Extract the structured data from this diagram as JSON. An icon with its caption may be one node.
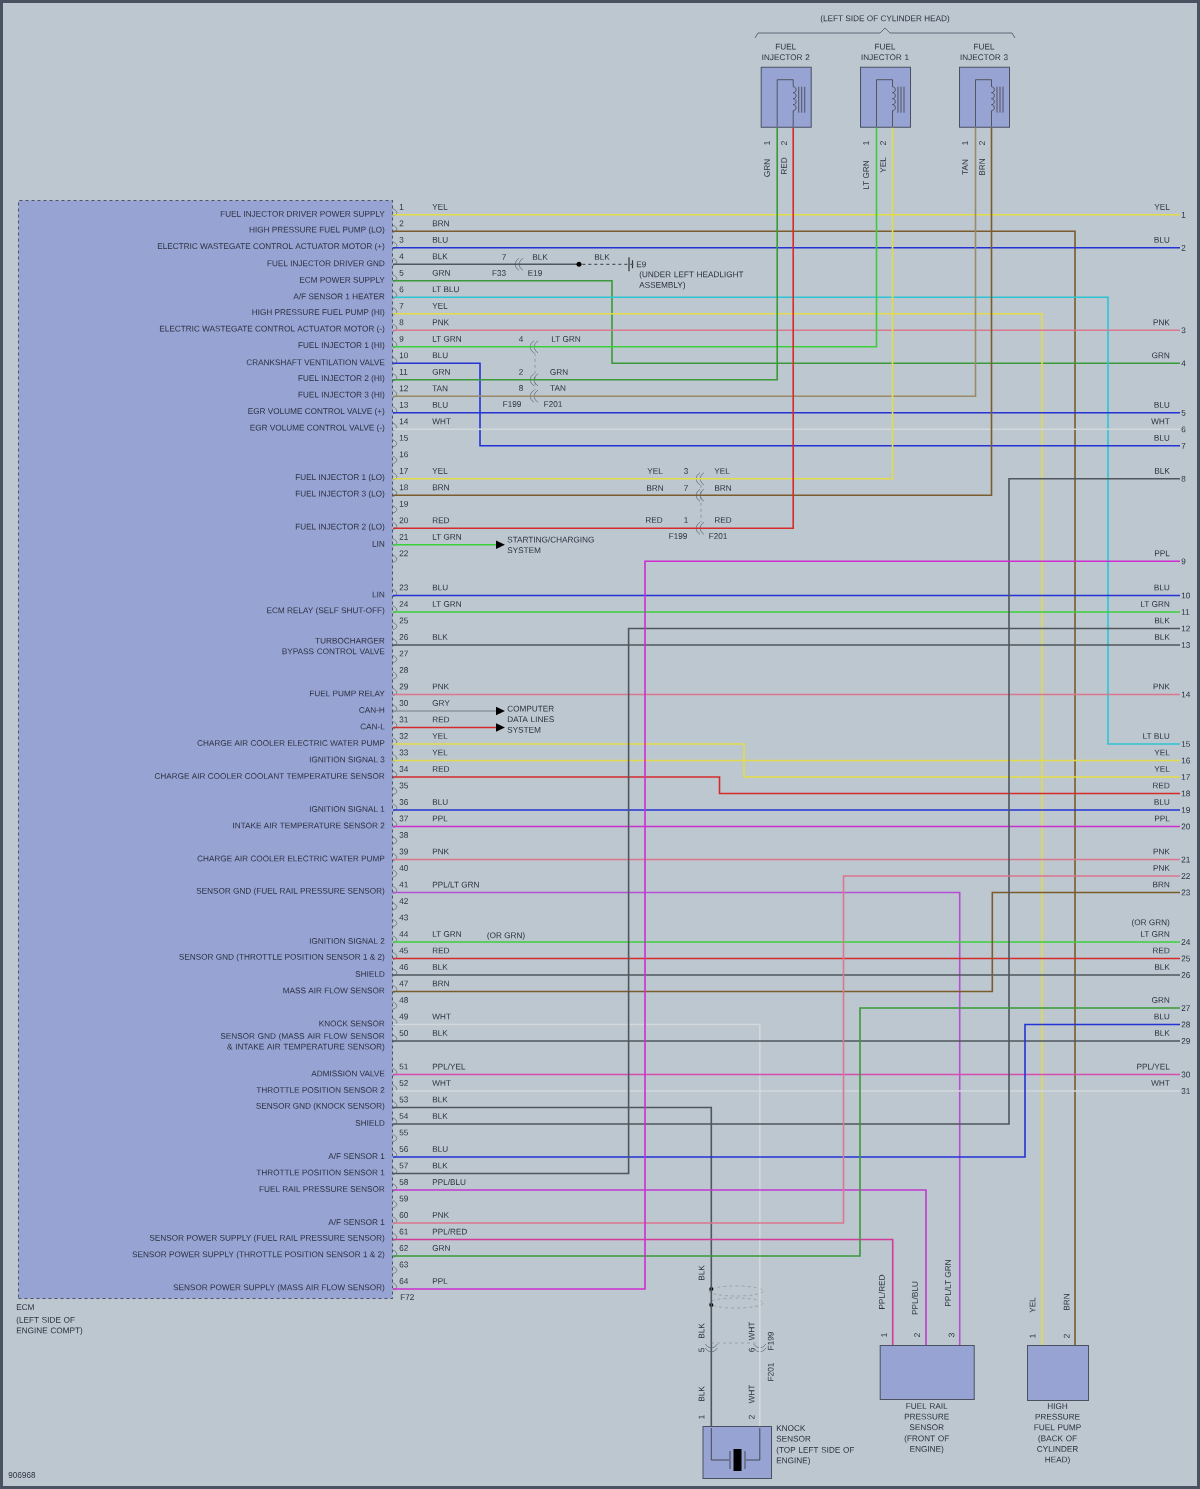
{
  "diagram": {
    "nodes": [
      {
        "text": [
          "ECM",
          "(LEFT SIDE OF ENGINE COMPT)"
        ]
      },
      {
        "text": [
          "FUEL INJECTOR 2"
        ]
      },
      {
        "text": [
          "FUEL INJECTOR 1"
        ]
      },
      {
        "text": [
          "FUEL INJECTOR 3"
        ]
      },
      {
        "text": [
          "E9",
          "(UNDER LEFT HEADLIGHT ASSEMBLY)"
        ]
      },
      {
        "text": [
          "STARTING/CHARGING SYSTEM"
        ]
      },
      {
        "text": [
          "COMPUTER DATA LINES SYSTEM"
        ]
      },
      {
        "text": [
          "KNOCK SENSOR",
          "(TOP LEFT SIDE OF ENGINE)"
        ]
      },
      {
        "text": [
          "FUEL RAIL PRESSURE SENSOR",
          "(FRONT OF ENGINE)"
        ]
      },
      {
        "text": [
          "HIGH PRESSURE FUEL PUMP",
          "(BACK OF CYLINDER HEAD)"
        ]
      },
      {
        "text": [
          "1"
        ]
      },
      {
        "text": [
          "2"
        ]
      },
      {
        "text": [
          "3"
        ]
      },
      {
        "text": [
          "4"
        ]
      },
      {
        "text": [
          "5"
        ]
      },
      {
        "text": [
          "6"
        ]
      },
      {
        "text": [
          "7"
        ]
      },
      {
        "text": [
          "8"
        ]
      },
      {
        "text": [
          "9"
        ]
      },
      {
        "text": [
          "10"
        ]
      },
      {
        "text": [
          "11"
        ]
      },
      {
        "text": [
          "12"
        ]
      },
      {
        "text": [
          "13"
        ]
      },
      {
        "text": [
          "14"
        ]
      },
      {
        "text": [
          "15"
        ]
      },
      {
        "text": [
          "16"
        ]
      },
      {
        "text": [
          "17"
        ]
      },
      {
        "text": [
          "18"
        ]
      },
      {
        "text": [
          "19"
        ]
      },
      {
        "text": [
          "20"
        ]
      },
      {
        "text": [
          "21"
        ]
      },
      {
        "text": [
          "22"
        ]
      },
      {
        "text": [
          "23"
        ]
      },
      {
        "text": [
          "24"
        ]
      },
      {
        "text": [
          "25"
        ]
      },
      {
        "text": [
          "26"
        ]
      },
      {
        "text": [
          "27"
        ]
      },
      {
        "text": [
          "28"
        ]
      },
      {
        "text": [
          "29"
        ]
      },
      {
        "text": [
          "30"
        ]
      },
      {
        "text": [
          "31"
        ]
      }
    ],
    "edges": [
      {
        "from": 0,
        "to": 10,
        "arrow": "none",
        "color": "#e2dc4a"
      },
      {
        "from": 0,
        "to": 9,
        "arrow": "none",
        "color": "#7a5c2e"
      },
      {
        "from": 0,
        "to": 11,
        "arrow": "none",
        "color": "#2433d6"
      },
      {
        "from": 0,
        "to": 4,
        "arrow": "none",
        "color": "#4f565e"
      },
      {
        "from": 0,
        "to": 13,
        "arrow": "none",
        "color": "#3a9a3a"
      },
      {
        "from": 0,
        "to": 24,
        "arrow": "none",
        "color": "#2ec4d4"
      },
      {
        "from": 0,
        "to": 9,
        "arrow": "none",
        "color": "#e2dc4a"
      },
      {
        "from": 0,
        "to": 12,
        "arrow": "none",
        "color": "#d9788e"
      },
      {
        "from": 0,
        "to": 2,
        "arrow": "none",
        "color": "#3ccf3c"
      },
      {
        "from": 0,
        "to": 16,
        "arrow": "none",
        "color": "#2433d6"
      },
      {
        "from": 0,
        "to": 1,
        "arrow": "none",
        "color": "#3a9a3a"
      },
      {
        "from": 0,
        "to": 3,
        "arrow": "none",
        "color": "#9a8a6a"
      },
      {
        "from": 0,
        "to": 14,
        "arrow": "none",
        "color": "#2433d6"
      },
      {
        "from": 0,
        "to": 15,
        "arrow": "none",
        "color": "#d3d8dc"
      },
      {
        "from": 0,
        "to": 2,
        "arrow": "none",
        "color": "#e2dc4a"
      },
      {
        "from": 0,
        "to": 3,
        "arrow": "none",
        "color": "#7a5c2e"
      },
      {
        "from": 0,
        "to": 1,
        "arrow": "none",
        "color": "#d42c2c"
      },
      {
        "from": 0,
        "to": 5,
        "arrow": "to",
        "color": "#3ccf3c"
      },
      {
        "from": 0,
        "to": 19,
        "arrow": "none",
        "color": "#2433d6"
      },
      {
        "from": 0,
        "to": 20,
        "arrow": "none",
        "color": "#3ccf3c"
      },
      {
        "from": 0,
        "to": 22,
        "arrow": "none",
        "color": "#4f565e"
      },
      {
        "from": 0,
        "to": 23,
        "arrow": "none",
        "color": "#d9788e"
      },
      {
        "from": 0,
        "to": 6,
        "arrow": "to",
        "color": "#8e959c"
      },
      {
        "from": 0,
        "to": 6,
        "arrow": "to",
        "color": "#d42c2c"
      },
      {
        "from": 0,
        "to": 26,
        "arrow": "none",
        "color": "#e2dc4a"
      },
      {
        "from": 0,
        "to": 25,
        "arrow": "none",
        "color": "#e2dc4a"
      },
      {
        "from": 0,
        "to": 27,
        "arrow": "none",
        "color": "#d42c2c"
      },
      {
        "from": 0,
        "to": 28,
        "arrow": "none",
        "color": "#2433d6"
      },
      {
        "from": 0,
        "to": 29,
        "arrow": "none",
        "color": "#cc2fd0"
      },
      {
        "from": 0,
        "to": 30,
        "arrow": "none",
        "color": "#d9788e"
      },
      {
        "from": 0,
        "to": 8,
        "arrow": "none",
        "color": "#b44fd4"
      },
      {
        "from": 0,
        "to": 33,
        "arrow": "none",
        "color": "#3ccf3c"
      },
      {
        "from": 0,
        "to": 34,
        "arrow": "none",
        "color": "#d42c2c"
      },
      {
        "from": 0,
        "to": 35,
        "arrow": "none",
        "color": "#4f565e"
      },
      {
        "from": 0,
        "to": 32,
        "arrow": "none",
        "color": "#7a5c2e"
      },
      {
        "from": 0,
        "to": 7,
        "arrow": "none",
        "color": "#d3d8dc"
      },
      {
        "from": 0,
        "to": 38,
        "arrow": "none",
        "color": "#4f565e"
      },
      {
        "from": 0,
        "to": 39,
        "arrow": "none",
        "color": "#d74bb0"
      },
      {
        "from": 0,
        "to": 40,
        "arrow": "none",
        "color": "#d3d8dc"
      },
      {
        "from": 0,
        "to": 7,
        "arrow": "none",
        "color": "#4f565e"
      },
      {
        "from": 0,
        "to": 17,
        "arrow": "none",
        "color": "#4f565e"
      },
      {
        "from": 0,
        "to": 37,
        "arrow": "none",
        "color": "#2433d6"
      },
      {
        "from": 0,
        "to": 21,
        "arrow": "none",
        "color": "#4f565e"
      },
      {
        "from": 0,
        "to": 8,
        "arrow": "none",
        "color": "#c03ad0"
      },
      {
        "from": 0,
        "to": 31,
        "arrow": "none",
        "color": "#d9788e"
      },
      {
        "from": 0,
        "to": 8,
        "arrow": "none",
        "color": "#d43a9a"
      },
      {
        "from": 0,
        "to": 36,
        "arrow": "none",
        "color": "#3a9a3a"
      },
      {
        "from": 0,
        "to": 18,
        "arrow": "none",
        "color": "#cc2fd0"
      }
    ],
    "labels": [
      "(LEFT SIDE OF CYLINDER HEAD)",
      "1",
      "GRN",
      "2",
      "RED",
      "1",
      "LT GRN",
      "2",
      "YEL",
      "1",
      "TAN",
      "2",
      "BRN",
      "FUEL INJECTOR DRIVER POWER SUPPLY",
      "1",
      "YEL",
      "HIGH PRESSURE FUEL PUMP (LO)",
      "2",
      "BRN",
      "ELECTRIC WASTEGATE CONTROL ACTUATOR MOTOR (+)",
      "3",
      "BLU",
      "FUEL INJECTOR DRIVER GND",
      "4",
      "BLK",
      "7",
      "BLK",
      "BLK",
      "F33",
      "E19",
      "ECM POWER SUPPLY",
      "5",
      "GRN",
      "A/F SENSOR 1 HEATER",
      "6",
      "LT BLU",
      "HIGH PRESSURE FUEL PUMP (HI)",
      "7",
      "YEL",
      "ELECTRIC WASTEGATE CONTROL ACTUATOR MOTOR (-)",
      "8",
      "PNK",
      "FUEL INJECTOR 1 (HI)",
      "9",
      "LT GRN",
      "4",
      "LT GRN",
      "CRANKSHAFT VENTILATION VALVE",
      "10",
      "BLU",
      "FUEL INJECTOR 2 (HI)",
      "11",
      "GRN",
      "2",
      "GRN",
      "FUEL INJECTOR 3 (HI)",
      "12",
      "TAN",
      "8",
      "TAN",
      "F199",
      "F201",
      "EGR VOLUME CONTROL VALVE (+)",
      "13",
      "BLU",
      "EGR VOLUME CONTROL VALVE (-)",
      "14",
      "WHT",
      "15",
      "16",
      "FUEL INJECTOR 1 (LO)",
      "17",
      "YEL",
      "YEL",
      "3",
      "YEL",
      "FUEL INJECTOR 3 (LO)",
      "18",
      "BRN",
      "BRN",
      "7",
      "BRN",
      "19",
      "FUEL INJECTOR 2 (LO)",
      "20",
      "RED",
      "RED",
      "1",
      "RED",
      "F199",
      "F201",
      "LIN",
      "21",
      "LT GRN",
      "22",
      "LIN",
      "23",
      "BLU",
      "ECM RELAY (SELF SHUT-OFF)",
      "24",
      "LT GRN",
      "25",
      "TURBOCHARGER BYPASS CONTROL VALVE",
      "26",
      "BLK",
      "27",
      "28",
      "FUEL PUMP RELAY",
      "29",
      "PNK",
      "CAN-H",
      "30",
      "GRY",
      "CAN-L",
      "31",
      "RED",
      "CHARGE AIR COOLER ELECTRIC WATER PUMP",
      "32",
      "YEL",
      "IGNITION SIGNAL 3",
      "33",
      "YEL",
      "CHARGE AIR COOLER COOLANT TEMPERATURE SENSOR",
      "34",
      "RED",
      "35",
      "IGNITION SIGNAL 1",
      "36",
      "BLU",
      "INTAKE AIR TEMPERATURE SENSOR 2",
      "37",
      "PPL",
      "38",
      "CHARGE AIR COOLER ELECTRIC WATER PUMP",
      "39",
      "PNK",
      "40",
      "SENSOR GND (FUEL RAIL PRESSURE SENSOR)",
      "41",
      "PPL/LT GRN",
      "42",
      "43",
      "IGNITION SIGNAL 2",
      "44",
      "LT GRN",
      "(OR GRN)",
      "SENSOR GND (THROTTLE POSITION SENSOR 1 & 2)",
      "45",
      "RED",
      "SHIELD",
      "46",
      "BLK",
      "MASS AIR FLOW SENSOR",
      "47",
      "BRN",
      "48",
      "KNOCK SENSOR",
      "49",
      "WHT",
      "SENSOR GND (MASS AIR FLOW SENSOR & INTAKE AIR TEMPERATURE SENSOR)",
      "50",
      "BLK",
      "ADMISSION VALVE",
      "51",
      "PPL/YEL",
      "THROTTLE POSITION SENSOR 2",
      "52",
      "WHT",
      "SENSOR GND (KNOCK SENSOR)",
      "53",
      "BLK",
      "SHIELD",
      "54",
      "BLK",
      "55",
      "A/F SENSOR 1",
      "56",
      "BLU",
      "THROTTLE POSITION SENSOR 1",
      "57",
      "BLK",
      "FUEL RAIL PRESSURE SENSOR",
      "58",
      "PPL/BLU",
      "59",
      "A/F SENSOR 1",
      "60",
      "PNK",
      "SENSOR POWER SUPPLY (FUEL RAIL PRESSURE SENSOR)",
      "61",
      "PPL/RED",
      "SENSOR POWER SUPPLY (THROTTLE POSITION SENSOR 1 & 2)",
      "62",
      "GRN",
      "63",
      "SENSOR POWER SUPPLY (MASS AIR FLOW SENSOR)",
      "64",
      "PPL",
      "F72",
      "YEL",
      "BLU",
      "PNK",
      "GRN",
      "BLU",
      "WHT",
      "BLU",
      "BLK",
      "PPL",
      "BLU",
      "LT GRN",
      "BLK",
      "BLK",
      "PNK",
      "LT BLU",
      "YEL",
      "YEL",
      "RED",
      "BLU",
      "PPL",
      "PNK",
      "PNK",
      "BRN",
      "(OR GRN)",
      "LT GRN",
      "RED",
      "BLK",
      "GRN",
      "BLU",
      "BLK",
      "PPL/YEL",
      "WHT",
      "BLK",
      "BLK",
      "5",
      "WHT",
      "6",
      "F199",
      "F201",
      "BLK",
      "1",
      "WHT",
      "2",
      "PPL/RED",
      "1",
      "PPL/BLU",
      "2",
      "PPL/LT GRN",
      "3",
      "YEL",
      "1",
      "BRN",
      "2",
      "906968"
    ]
  }
}
